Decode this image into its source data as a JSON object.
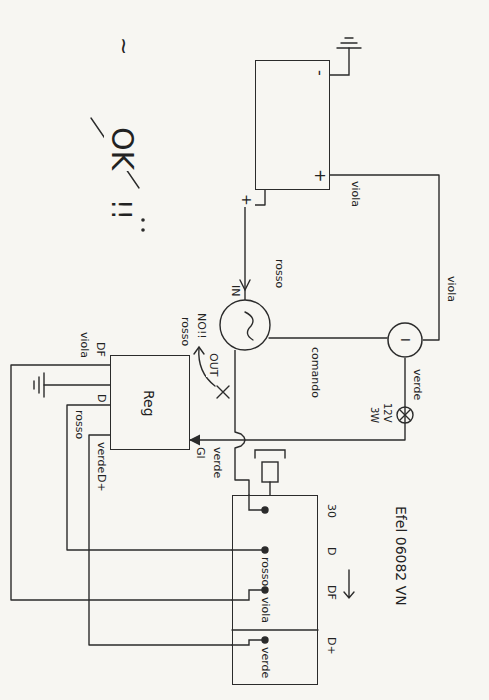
{
  "diagram": {
    "nodes": [
      {
        "text": [
          "-",
          "+"
        ]
      },
      {
        "text": [
          "I"
        ]
      },
      {
        "text": [
          "Reg"
        ]
      },
      {
        "text": [
          "rosso",
          "viola",
          "verde"
        ]
      }
    ],
    "edges": [
      {
        "from": 0,
        "to": 1,
        "arrow": "none"
      },
      {
        "from": 1,
        "to": 2,
        "arrow": "to"
      },
      {
        "from": 0,
        "to": 3,
        "arrow": "none"
      },
      {
        "from": 2,
        "to": 3,
        "arrow": "none"
      },
      {
        "from": 2,
        "to": 3,
        "arrow": "none"
      },
      {
        "from": 2,
        "to": 3,
        "arrow": "none"
      }
    ],
    "labels": [
      "+",
      "viola",
      "viola",
      "rosso",
      "comando",
      "IN",
      "OUT",
      "NO!!",
      "verde",
      "12V",
      "3W",
      "rosso",
      "Gl",
      "verde",
      "DF",
      "viola",
      "D",
      "rosso",
      "verde",
      "D+",
      "30",
      "D",
      "DF",
      "D+",
      "Efel 06082 VN",
      "~",
      "OK",
      "!!"
    ]
  }
}
